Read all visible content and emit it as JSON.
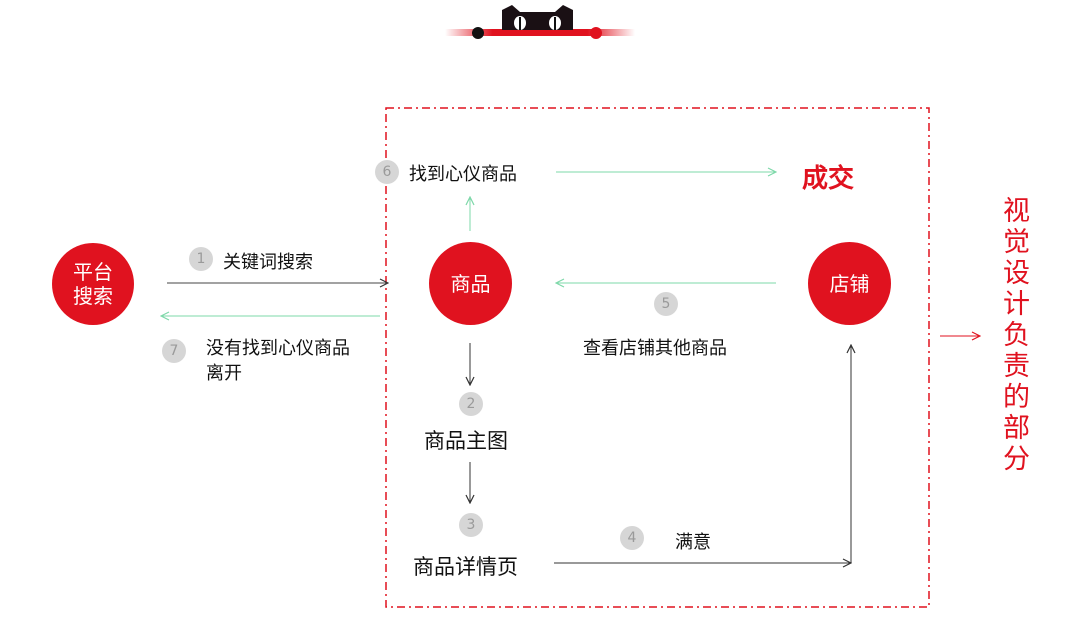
{
  "logo": {
    "icon": "tmall-cat-icon"
  },
  "nodes": {
    "platform_search": "平台\n搜索",
    "product": "商品",
    "store": "店铺",
    "deal": "成交"
  },
  "steps": [
    {
      "num": "1",
      "label": "关键词搜索"
    },
    {
      "num": "2",
      "label": "商品主图"
    },
    {
      "num": "3",
      "label": "商品详情页"
    },
    {
      "num": "4",
      "label": "满意"
    },
    {
      "num": "5",
      "label": "查看店铺其他商品"
    },
    {
      "num": "6",
      "label": "找到心仪商品"
    },
    {
      "num": "7",
      "label": "没有找到心仪商品\n离开"
    }
  ],
  "side_note": "视觉设计负责的部分",
  "colors": {
    "red": "#e0121f",
    "green": "#7dd8a8",
    "gray": "#444444"
  }
}
